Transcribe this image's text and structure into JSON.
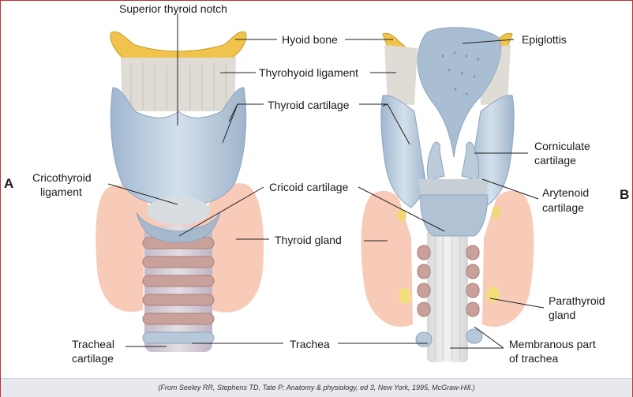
{
  "labels": {
    "superior_thyroid_notch": "Superior thyroid notch",
    "hyoid_bone": "Hyoid bone",
    "thyrohyoid_ligament": "Thyrohyoid ligament",
    "thyroid_cartilage": "Thyroid cartilage",
    "cricothyroid_line1": "Cricothyroid",
    "cricothyroid_line2": "ligament",
    "cricoid_cartilage": "Cricoid cartilage",
    "thyroid_gland": "Thyroid gland",
    "tracheal_line1": "Tracheal",
    "tracheal_line2": "cartilage",
    "trachea": "Trachea",
    "epiglottis": "Epiglottis",
    "corniculate_line1": "Corniculate",
    "corniculate_line2": "cartilage",
    "arytenoid_line1": "Arytenoid",
    "arytenoid_line2": "cartilage",
    "parathyroid_line1": "Parathyroid",
    "parathyroid_line2": "gland",
    "membranous_line1": "Membranous part",
    "membranous_line2": "of trachea"
  },
  "panels": {
    "a": "A",
    "b": "B"
  },
  "caption": "(From Seeley RR, Stephens TD, Tate P: Anatomy & physiology, ed 3, New York, 1995, McGraw-Hill.)",
  "colors": {
    "cartilage": "#bfcfdf",
    "gland": "#f6c3ae",
    "bone": "#f0c44c",
    "ligament": "#dcdcd6",
    "ring": "#c9a19a"
  }
}
